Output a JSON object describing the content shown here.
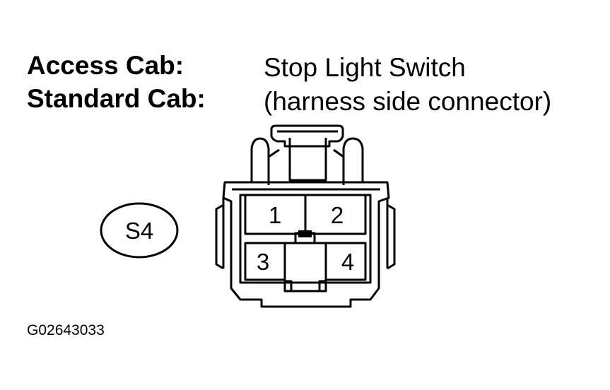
{
  "labels": {
    "access_cab": "Access Cab:",
    "standard_cab": "Standard Cab:",
    "title_line1": "Stop Light Switch",
    "title_line2": "(harness side connector)"
  },
  "connector": {
    "id": "S4",
    "pins": [
      "1",
      "2",
      "3",
      "4"
    ]
  },
  "figure_code": "G02643033"
}
